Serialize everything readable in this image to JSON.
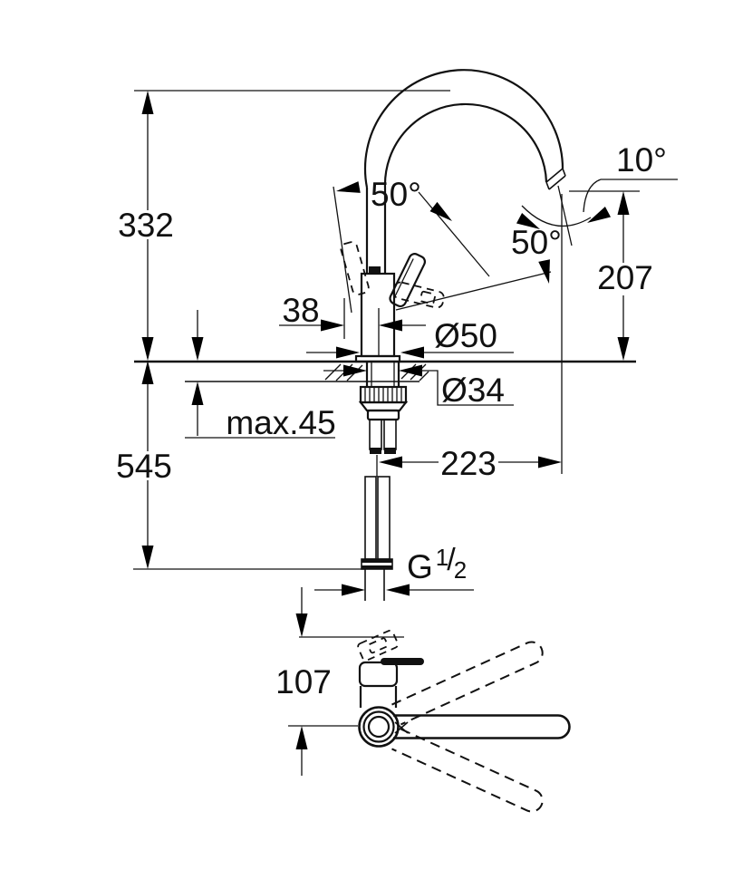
{
  "title": "Faucet technical dimension drawing",
  "colors": {
    "line": "#111111",
    "background": "#ffffff"
  },
  "front_view": {
    "height_above_deck": "332",
    "length_below_deck": "545",
    "body_width": "38",
    "handle_angle_left": "50°",
    "handle_angle_right": "50°",
    "spout_angle": "10°",
    "spout_outlet_height": "207",
    "base_diameter": "Ø50",
    "mounting_hole_diameter": "Ø34",
    "max_counter_thickness": "max.45",
    "spout_reach": "223",
    "thread_size": {
      "letter": "G",
      "numerator": "1",
      "slash": "/",
      "denominator": "2"
    }
  },
  "top_view": {
    "handle_projection": "107"
  }
}
